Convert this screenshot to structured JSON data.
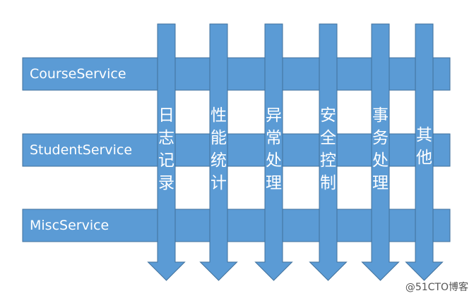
{
  "services": [
    "CourseService",
    "StudentService",
    "MiscService"
  ],
  "concerns": [
    "日志记录",
    "性能统计",
    "异常处理",
    "安全控制",
    "事务处理",
    "其他"
  ],
  "watermark": "@51CTO博客",
  "colors": {
    "fill": "#5b9bd5",
    "stroke": "#41719c",
    "text": "#ffffff"
  }
}
